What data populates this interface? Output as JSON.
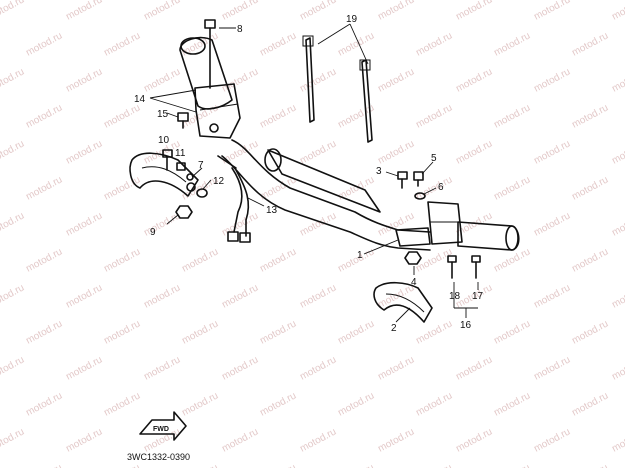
{
  "watermark": "motod.ru",
  "callouts": {
    "c1": "1",
    "c2": "2",
    "c3": "3",
    "c4": "4",
    "c5": "5",
    "c6": "6",
    "c7": "7",
    "c8": "8",
    "c9": "9",
    "c10": "10",
    "c11": "11",
    "c12": "12",
    "c13": "13",
    "c14": "14",
    "c15": "15",
    "c16": "16",
    "c17": "17",
    "c18": "18",
    "c19": "19"
  },
  "drawing_code": "3WC1332-0390",
  "fwd_label": "FWD"
}
